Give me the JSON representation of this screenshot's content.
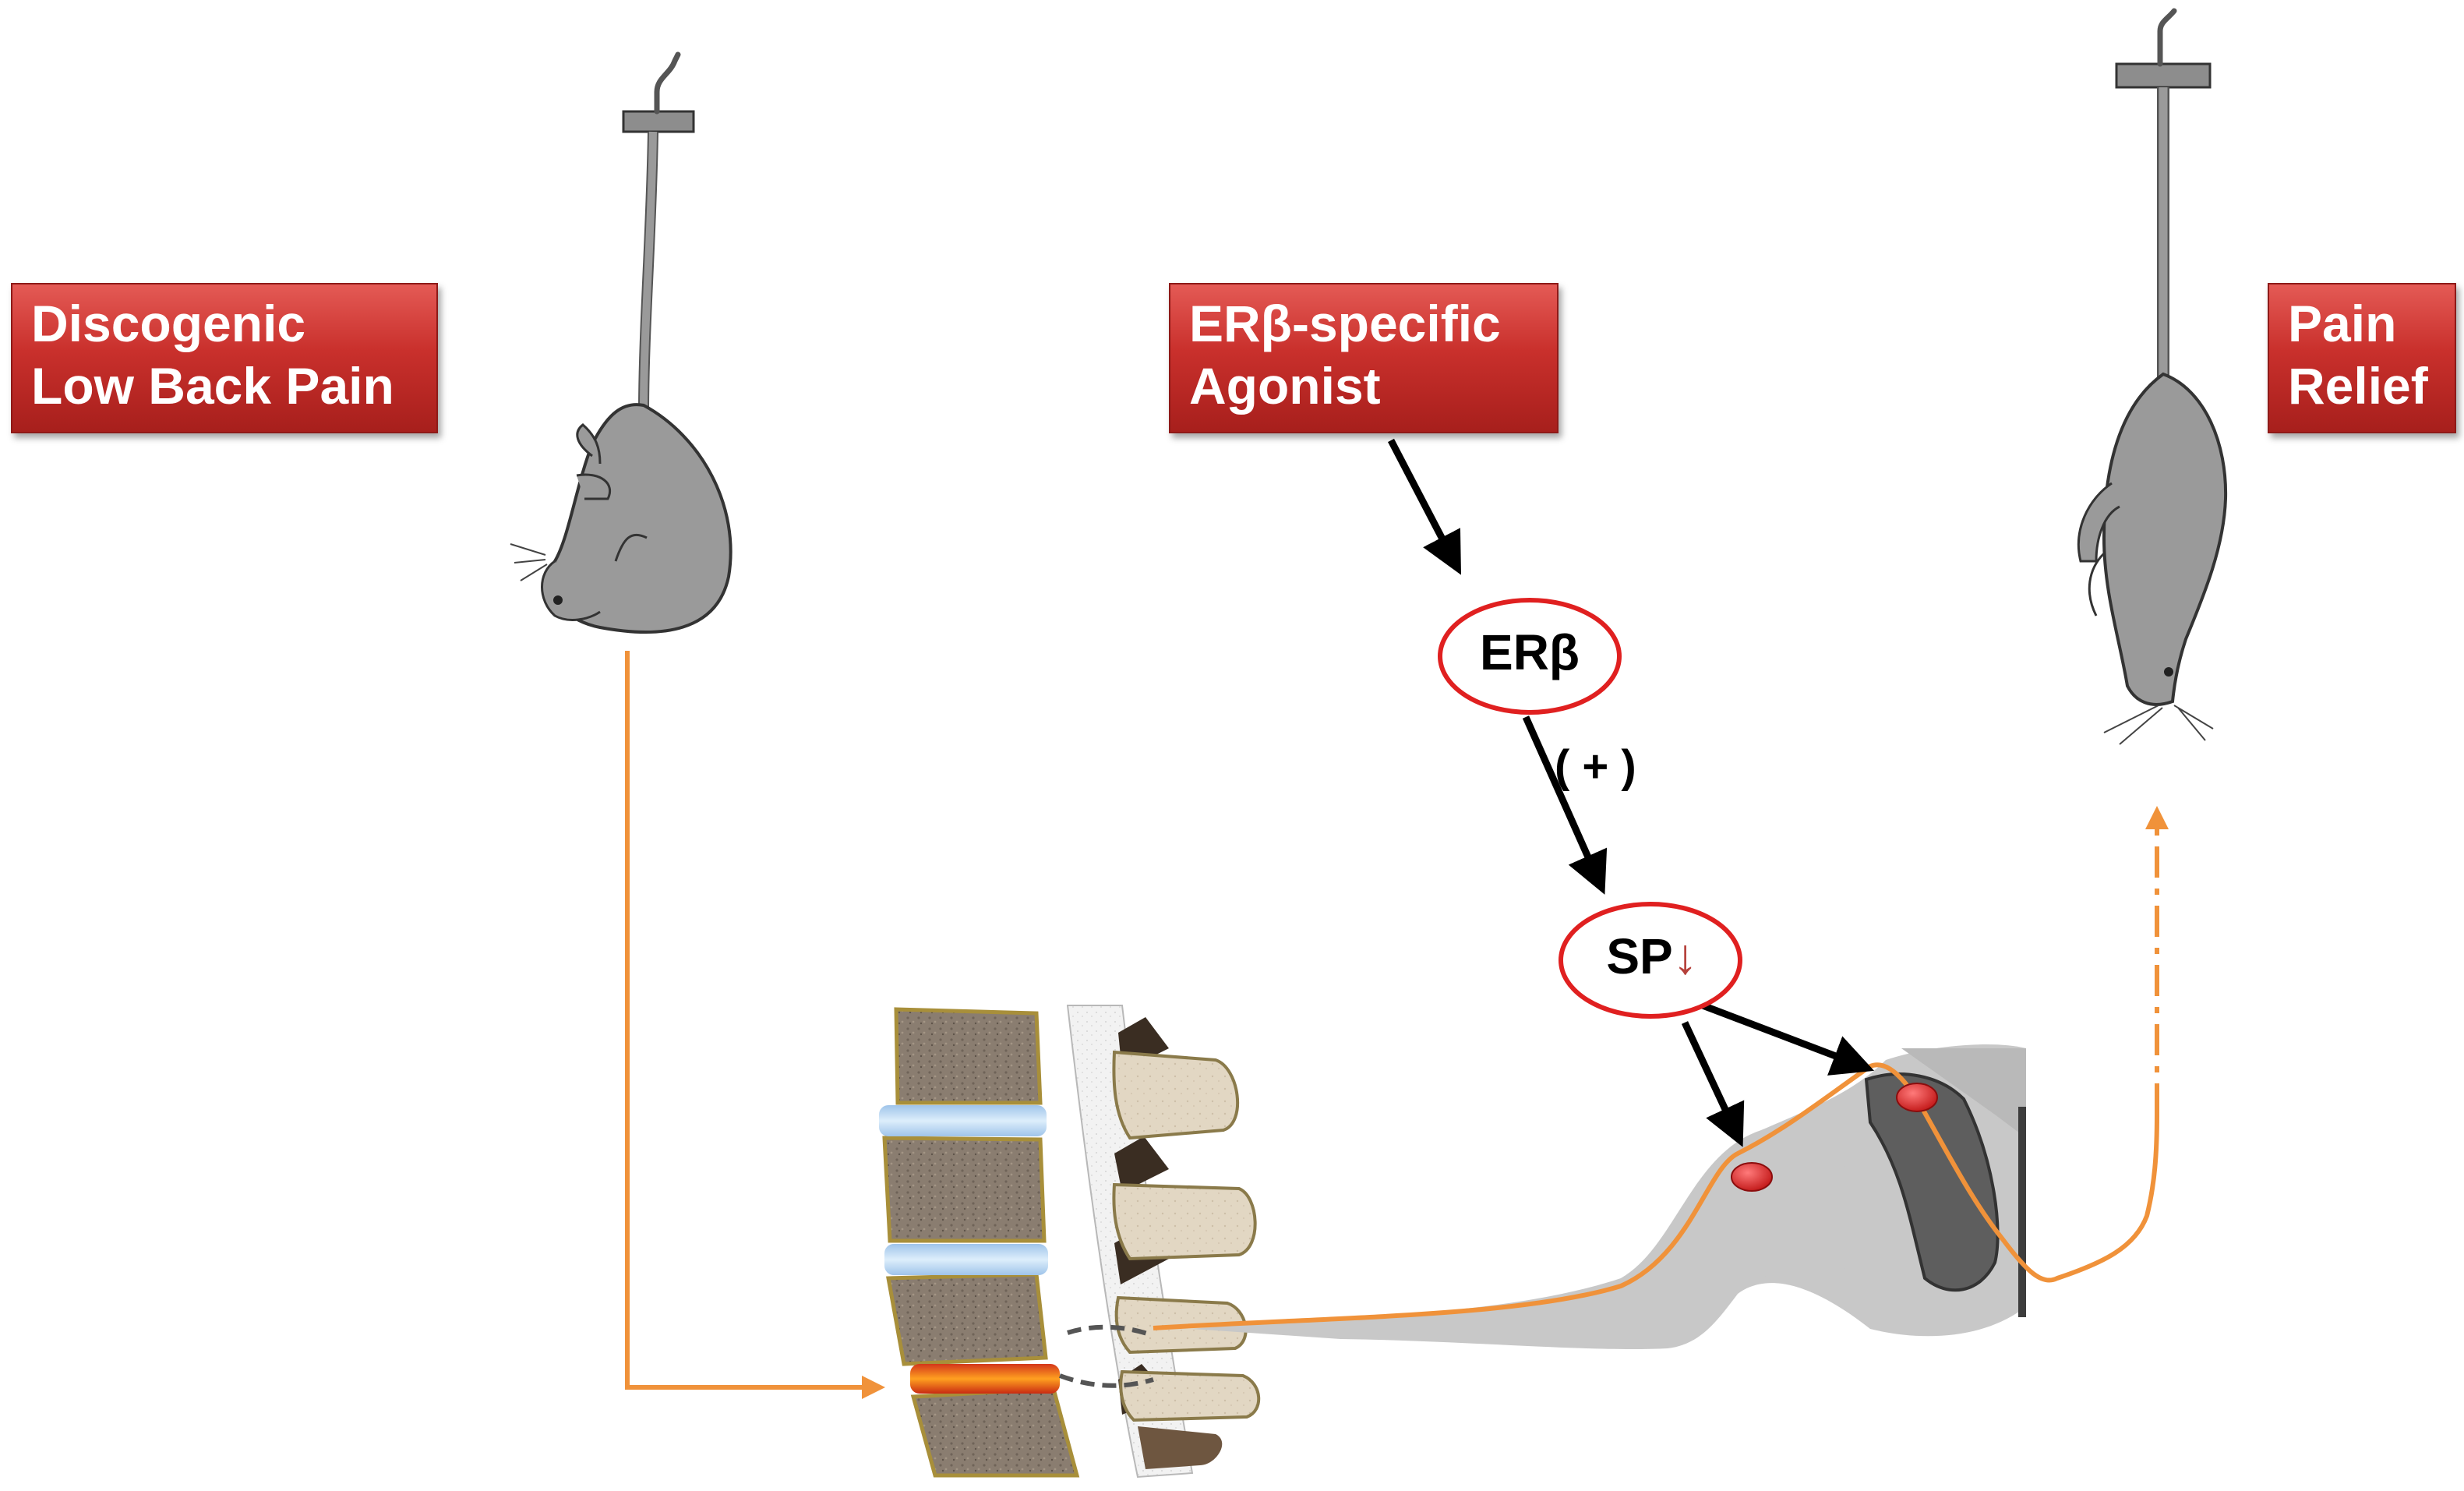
{
  "labels": {
    "discogenic": {
      "line1": "Discogenic",
      "line2": "Low Back Pain"
    },
    "agonist": {
      "line1": "ERβ-specific",
      "line2": "Agonist"
    },
    "relief": {
      "line1": "Pain",
      "line2": "Relief"
    }
  },
  "nodes": {
    "erb": {
      "text": "ERβ"
    },
    "sp": {
      "text": "SP",
      "arrow_glyph": "↓"
    },
    "plus": {
      "text": "( + )"
    }
  },
  "colors": {
    "label_red": "#c9302c",
    "pathway_orange": "#f0923a",
    "node_outline_red": "#e02020",
    "arrow_black": "#000000",
    "sp_arrow": "#b5413b",
    "rat_gray": "#9a9a9a"
  },
  "icons": {
    "rat_left": "rat-hanging-icon",
    "rat_right": "rat-hanging-icon",
    "spine": "spine-section-icon",
    "spinal_cord": "spinal-cord-section-icon",
    "neurons": "neuron-icon"
  }
}
